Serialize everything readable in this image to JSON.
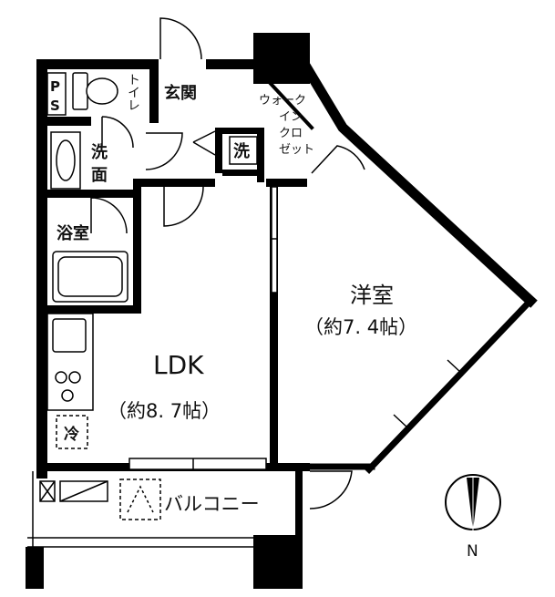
{
  "rooms": {
    "ps": {
      "line1": "P",
      "line2": "S"
    },
    "toilet": "トイレ",
    "entrance": "玄関",
    "walk_in_closet": {
      "line1": "ウォーク",
      "line2": "イン",
      "line3": "クロ",
      "line4": "ゼット"
    },
    "washroom": {
      "line1": "洗",
      "line2": "面"
    },
    "washer": "洗",
    "bathroom": "浴室",
    "ldk": {
      "name": "LDK",
      "size": "（約8. 7帖）"
    },
    "western_room": {
      "name": "洋室",
      "size": "（約7. 4帖）"
    },
    "fridge": "冷",
    "balcony": "バルコニー"
  },
  "compass": {
    "north": "N"
  }
}
